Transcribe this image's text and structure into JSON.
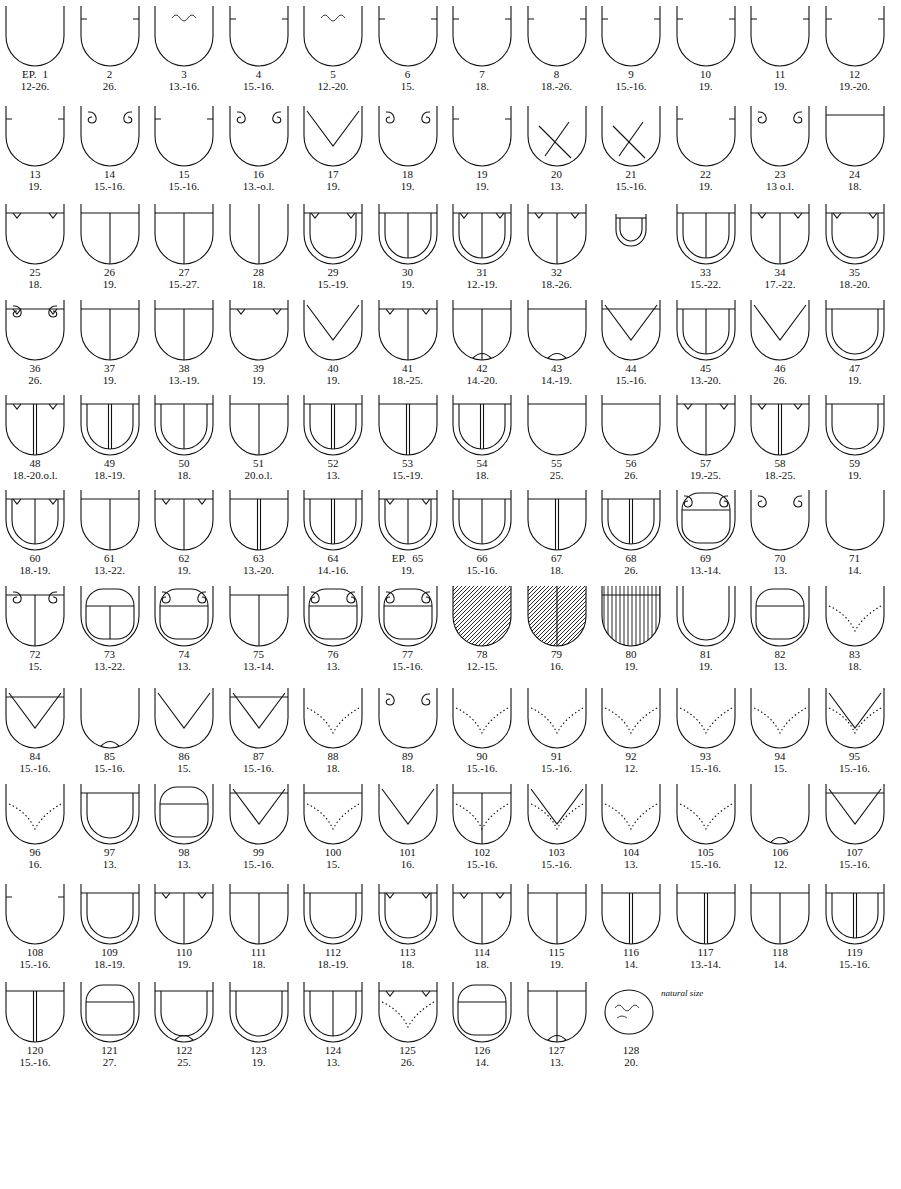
{
  "diagram": {
    "nodes": [
      {
        "text": [
          "EP.",
          "1",
          "12-26."
        ]
      },
      {
        "text": [
          "2",
          "26."
        ]
      },
      {
        "text": [
          "3",
          "13.-16."
        ]
      },
      {
        "text": [
          "4",
          "15.-16."
        ]
      },
      {
        "text": [
          "5",
          "12.-20."
        ]
      },
      {
        "text": [
          "6",
          "15."
        ]
      },
      {
        "text": [
          "7",
          "18."
        ]
      },
      {
        "text": [
          "8",
          "18.-26."
        ]
      },
      {
        "text": [
          "9",
          "15.-16."
        ]
      },
      {
        "text": [
          "10",
          "19."
        ]
      },
      {
        "text": [
          "11",
          "19."
        ]
      },
      {
        "text": [
          "12",
          "19.-20."
        ]
      },
      {
        "text": [
          "13",
          "19."
        ]
      },
      {
        "text": [
          "14",
          "15.-16."
        ]
      },
      {
        "text": [
          "15",
          "15.-16."
        ]
      },
      {
        "text": [
          "16",
          "13.-o.l."
        ]
      },
      {
        "text": [
          "17",
          "19."
        ]
      },
      {
        "text": [
          "18",
          "19."
        ]
      },
      {
        "text": [
          "19",
          "19."
        ]
      },
      {
        "text": [
          "20",
          "13."
        ]
      },
      {
        "text": [
          "21",
          "15.-16."
        ]
      },
      {
        "text": [
          "22",
          "19."
        ]
      },
      {
        "text": [
          "23",
          "13 o.l."
        ]
      },
      {
        "text": [
          "24",
          "18."
        ]
      },
      {
        "text": [
          "25",
          "18."
        ]
      },
      {
        "text": [
          "26",
          "19."
        ]
      },
      {
        "text": [
          "27",
          "15.-27."
        ]
      },
      {
        "text": [
          "28",
          "18."
        ]
      },
      {
        "text": [
          "29",
          "15.-19."
        ]
      },
      {
        "text": [
          "30",
          "19."
        ]
      },
      {
        "text": [
          "31",
          "12.-19."
        ]
      },
      {
        "text": [
          "32",
          "18.-26."
        ]
      },
      {
        "text": [
          "33",
          "15.-22."
        ]
      },
      {
        "text": [
          "34",
          "17.-22."
        ]
      },
      {
        "text": [
          "35",
          "18.-20."
        ]
      },
      {
        "text": [
          "36",
          "26."
        ]
      },
      {
        "text": [
          "37",
          "19."
        ]
      },
      {
        "text": [
          "38",
          "13.-19."
        ]
      },
      {
        "text": [
          "39",
          "19."
        ]
      },
      {
        "text": [
          "40",
          "19."
        ]
      },
      {
        "text": [
          "41",
          "18.-25."
        ]
      },
      {
        "text": [
          "42",
          "14.-20."
        ]
      },
      {
        "text": [
          "43",
          "14.-19."
        ]
      },
      {
        "text": [
          "44",
          "15.-16."
        ]
      },
      {
        "text": [
          "45",
          "13.-20."
        ]
      },
      {
        "text": [
          "46",
          "26."
        ]
      },
      {
        "text": [
          "47",
          "19."
        ]
      },
      {
        "text": [
          "48",
          "18.-20.o.l."
        ]
      },
      {
        "text": [
          "49",
          "18.-19."
        ]
      },
      {
        "text": [
          "50",
          "18."
        ]
      },
      {
        "text": [
          "51",
          "20.o.l."
        ]
      },
      {
        "text": [
          "52",
          "13."
        ]
      },
      {
        "text": [
          "53",
          "15.-19."
        ]
      },
      {
        "text": [
          "54",
          "18."
        ]
      },
      {
        "text": [
          "55",
          "25."
        ]
      },
      {
        "text": [
          "56",
          "26."
        ]
      },
      {
        "text": [
          "57",
          "19.-25."
        ]
      },
      {
        "text": [
          "58",
          "18.-25."
        ]
      },
      {
        "text": [
          "59",
          "19."
        ]
      },
      {
        "text": [
          "60",
          "18.-19."
        ]
      },
      {
        "text": [
          "61",
          "13.-22."
        ]
      },
      {
        "text": [
          "62",
          "19."
        ]
      },
      {
        "text": [
          "63",
          "13.-20."
        ]
      },
      {
        "text": [
          "64",
          "14.-16."
        ]
      },
      {
        "text": [
          "EP.",
          "65",
          "19."
        ]
      },
      {
        "text": [
          "66",
          "15.-16."
        ]
      },
      {
        "text": [
          "67",
          "18."
        ]
      },
      {
        "text": [
          "68",
          "26."
        ]
      },
      {
        "text": [
          "69",
          "13.-14."
        ]
      },
      {
        "text": [
          "70",
          "13."
        ]
      },
      {
        "text": [
          "71",
          "14."
        ]
      },
      {
        "text": [
          "72",
          "15."
        ]
      },
      {
        "text": [
          "73",
          "13.-22."
        ]
      },
      {
        "text": [
          "74",
          "13."
        ]
      },
      {
        "text": [
          "75",
          "13.-14."
        ]
      },
      {
        "text": [
          "76",
          "13."
        ]
      },
      {
        "text": [
          "77",
          "15.-16."
        ]
      },
      {
        "text": [
          "78",
          "12.-15."
        ]
      },
      {
        "text": [
          "79",
          "16."
        ]
      },
      {
        "text": [
          "80",
          "19."
        ]
      },
      {
        "text": [
          "81",
          "19."
        ]
      },
      {
        "text": [
          "82",
          "13."
        ]
      },
      {
        "text": [
          "83",
          "18."
        ]
      },
      {
        "text": [
          "84",
          "15.-16."
        ]
      },
      {
        "text": [
          "85",
          "15.-16."
        ]
      },
      {
        "text": [
          "86",
          "15."
        ]
      },
      {
        "text": [
          "87",
          "15.-16."
        ]
      },
      {
        "text": [
          "88",
          "18."
        ]
      },
      {
        "text": [
          "89",
          "18."
        ]
      },
      {
        "text": [
          "90",
          "15.-16."
        ]
      },
      {
        "text": [
          "91",
          "15.-16."
        ]
      },
      {
        "text": [
          "92",
          "12."
        ]
      },
      {
        "text": [
          "93",
          "15.-16."
        ]
      },
      {
        "text": [
          "94",
          "15."
        ]
      },
      {
        "text": [
          "95",
          "15.-16."
        ]
      },
      {
        "text": [
          "96",
          "16."
        ]
      },
      {
        "text": [
          "97",
          "13."
        ]
      },
      {
        "text": [
          "98",
          "13."
        ]
      },
      {
        "text": [
          "99",
          "15.-16."
        ]
      },
      {
        "text": [
          "100",
          "15."
        ]
      },
      {
        "text": [
          "101",
          "16."
        ]
      },
      {
        "text": [
          "102",
          "15.-16."
        ]
      },
      {
        "text": [
          "103",
          "15.-16."
        ]
      },
      {
        "text": [
          "104",
          "13."
        ]
      },
      {
        "text": [
          "105",
          "15.-16."
        ]
      },
      {
        "text": [
          "106",
          "12."
        ]
      },
      {
        "text": [
          "107",
          "15.-16."
        ]
      },
      {
        "text": [
          "108",
          "15.-16."
        ]
      },
      {
        "text": [
          "109",
          "18.-19."
        ]
      },
      {
        "text": [
          "110",
          "19."
        ]
      },
      {
        "text": [
          "111",
          "18."
        ]
      },
      {
        "text": [
          "112",
          "18.-19."
        ]
      },
      {
        "text": [
          "113",
          "18."
        ]
      },
      {
        "text": [
          "114",
          "18."
        ]
      },
      {
        "text": [
          "115",
          "19."
        ]
      },
      {
        "text": [
          "116",
          "14."
        ]
      },
      {
        "text": [
          "117",
          "13.-14."
        ]
      },
      {
        "text": [
          "118",
          "14."
        ]
      },
      {
        "text": [
          "119",
          "15.-16."
        ]
      },
      {
        "text": [
          "120",
          "15.-16."
        ]
      },
      {
        "text": [
          "121",
          "27."
        ]
      },
      {
        "text": [
          "122",
          "25."
        ]
      },
      {
        "text": [
          "123",
          "19."
        ]
      },
      {
        "text": [
          "124",
          "13."
        ]
      },
      {
        "text": [
          "125",
          "26."
        ]
      },
      {
        "text": [
          "126",
          "14."
        ]
      },
      {
        "text": [
          "127",
          "13."
        ]
      },
      {
        "text": [
          "128",
          "20."
        ]
      }
    ],
    "labels": [
      "natural size"
    ]
  }
}
